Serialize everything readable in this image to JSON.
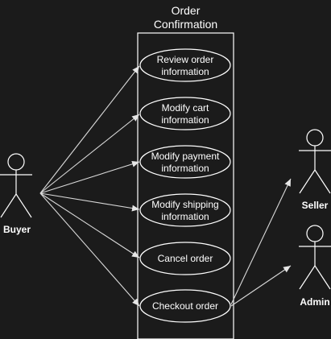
{
  "system": {
    "title_line1": "Order",
    "title_line2": "Confirmation"
  },
  "actors": {
    "buyer": "Buyer",
    "seller": "Seller",
    "admin": "Admin"
  },
  "use_cases": [
    {
      "line1": "Review order",
      "line2": "information"
    },
    {
      "line1": "Modify cart",
      "line2": "information"
    },
    {
      "line1": "Modify payment",
      "line2": "information"
    },
    {
      "line1": "Modify shipping",
      "line2": "information"
    },
    {
      "line1": "Cancel order",
      "line2": ""
    },
    {
      "line1": "Checkout order",
      "line2": ""
    }
  ],
  "colors": {
    "background": "#1b1b1b",
    "stroke": "#ffffff",
    "edge": "#d9d9d9"
  }
}
